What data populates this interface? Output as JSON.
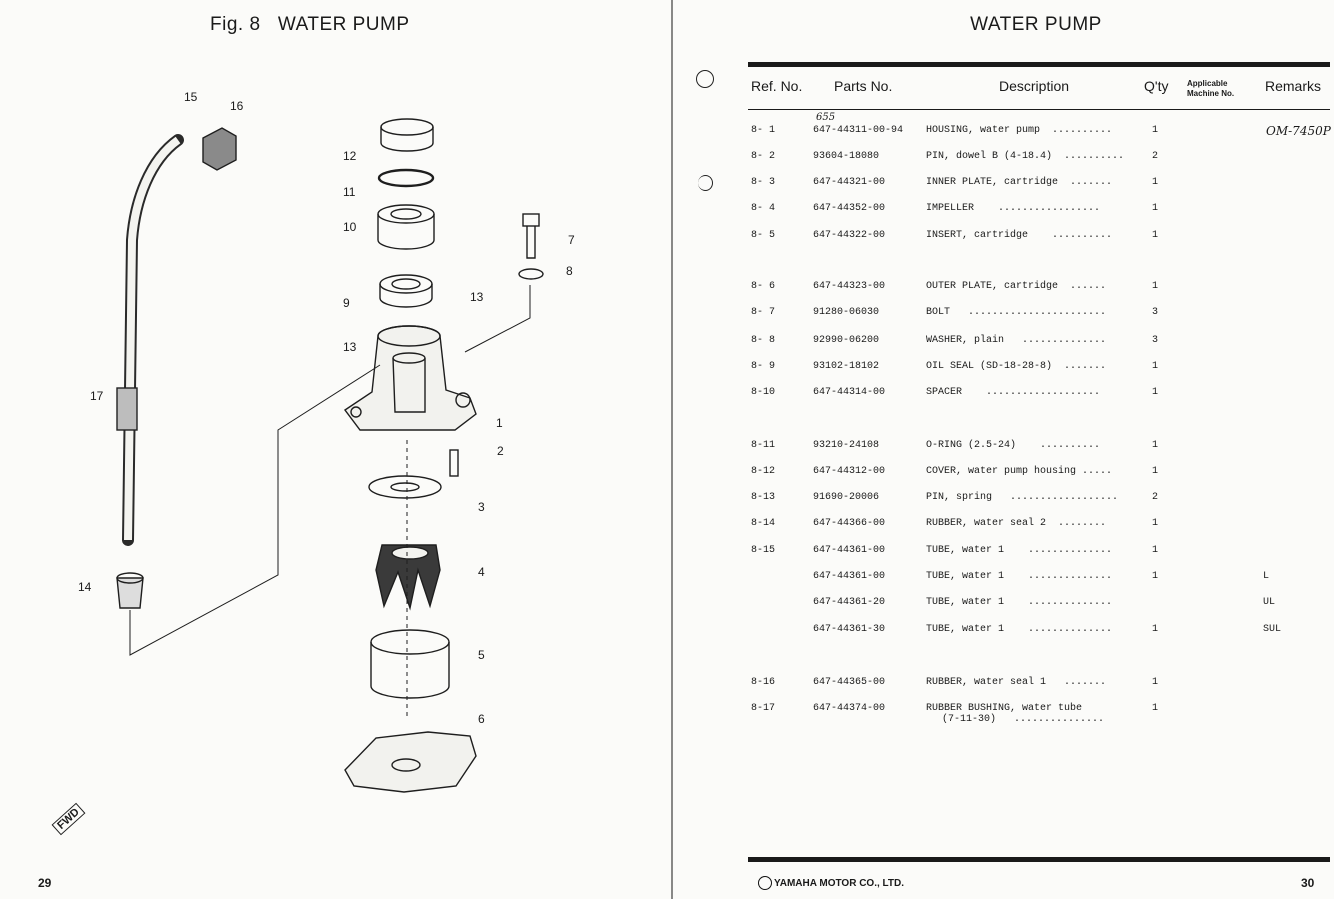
{
  "left_page": {
    "figure_title": "Fig. 8   WATER PUMP",
    "fwd_label": "FWD",
    "page_number": "29",
    "callouts": [
      {
        "id": "c15",
        "text": "15"
      },
      {
        "id": "c16",
        "text": "16"
      },
      {
        "id": "c12",
        "text": "12"
      },
      {
        "id": "c11",
        "text": "11"
      },
      {
        "id": "c10",
        "text": "10"
      },
      {
        "id": "c9",
        "text": "9"
      },
      {
        "id": "c13a",
        "text": "13"
      },
      {
        "id": "c13b",
        "text": "13"
      },
      {
        "id": "c7",
        "text": "7"
      },
      {
        "id": "c8",
        "text": "8"
      },
      {
        "id": "c1",
        "text": "1"
      },
      {
        "id": "c17",
        "text": "17"
      },
      {
        "id": "c2",
        "text": "2"
      },
      {
        "id": "c3",
        "text": "3"
      },
      {
        "id": "c4",
        "text": "4"
      },
      {
        "id": "c14",
        "text": "14"
      },
      {
        "id": "c5",
        "text": "5"
      },
      {
        "id": "c6",
        "text": "6"
      }
    ]
  },
  "right_page": {
    "title": "WATER PUMP",
    "headers": {
      "ref": "Ref. No.",
      "part": "Parts No.",
      "desc": "Description",
      "qty": "Q'ty",
      "applicable": "Applicable Machine No.",
      "remarks": "Remarks"
    },
    "handwritten_part_note": "655",
    "handwritten_remark": "OM-7450P",
    "rows": [
      {
        "ref": "8- 1",
        "part": "647-44311-00-94",
        "desc": "HOUSING, water pump  ..........",
        "qty": "1",
        "remark": ""
      },
      {
        "ref": "8- 2",
        "part": "93604-18080",
        "desc": "PIN, dowel B (4-18.4)  ..........",
        "qty": "2",
        "remark": ""
      },
      {
        "ref": "8- 3",
        "part": "647-44321-00",
        "desc": "INNER PLATE, cartridge  .......",
        "qty": "1",
        "remark": ""
      },
      {
        "ref": "8- 4",
        "part": "647-44352-00",
        "desc": "IMPELLER    .................",
        "qty": "1",
        "remark": ""
      },
      {
        "ref": "8- 5",
        "part": "647-44322-00",
        "desc": "INSERT, cartridge    ..........",
        "qty": "1",
        "remark": ""
      },
      {
        "ref": "8- 6",
        "part": "647-44323-00",
        "desc": "OUTER PLATE, cartridge  ......",
        "qty": "1",
        "remark": ""
      },
      {
        "ref": "8- 7",
        "part": "91280-06030",
        "desc": "BOLT   .......................",
        "qty": "3",
        "remark": ""
      },
      {
        "ref": "8- 8",
        "part": "92990-06200",
        "desc": "WASHER, plain   ..............",
        "qty": "3",
        "remark": ""
      },
      {
        "ref": "8- 9",
        "part": "93102-18102",
        "desc": "OIL SEAL (SD-18-28-8)  .......",
        "qty": "1",
        "remark": ""
      },
      {
        "ref": "8-10",
        "part": "647-44314-00",
        "desc": "SPACER    ...................",
        "qty": "1",
        "remark": ""
      },
      {
        "ref": "8-11",
        "part": "93210-24108",
        "desc": "O-RING (2.5-24)    ..........",
        "qty": "1",
        "remark": ""
      },
      {
        "ref": "8-12",
        "part": "647-44312-00",
        "desc": "COVER, water pump housing .....",
        "qty": "1",
        "remark": ""
      },
      {
        "ref": "8-13",
        "part": "91690-20006",
        "desc": "PIN, spring   ..................",
        "qty": "2",
        "remark": ""
      },
      {
        "ref": "8-14",
        "part": "647-44366-00",
        "desc": "RUBBER, water seal 2  ........",
        "qty": "1",
        "remark": ""
      },
      {
        "ref": "8-15",
        "part": "647-44361-00",
        "desc": "TUBE, water 1    ..............",
        "qty": "1",
        "remark": ""
      },
      {
        "ref": "",
        "part": "647-44361-00",
        "desc": "TUBE, water 1    ..............",
        "qty": "1",
        "remark": "L"
      },
      {
        "ref": "",
        "part": "647-44361-20",
        "desc": "TUBE, water 1    ..............",
        "qty": "",
        "remark": "UL"
      },
      {
        "ref": "",
        "part": "647-44361-30",
        "desc": "TUBE, water 1    ..............",
        "qty": "1",
        "remark": "SUL"
      },
      {
        "ref": "8-16",
        "part": "647-44365-00",
        "desc": "RUBBER, water seal 1   .......",
        "qty": "1",
        "remark": ""
      },
      {
        "ref": "8-17",
        "part": "647-44374-00",
        "desc": "RUBBER BUSHING, water tube",
        "qty": "1",
        "remark": "",
        "sub": "(7-11-30)   ..............."
      }
    ],
    "footer_brand": "YAMAHA MOTOR CO., LTD.",
    "page_number": "30"
  }
}
